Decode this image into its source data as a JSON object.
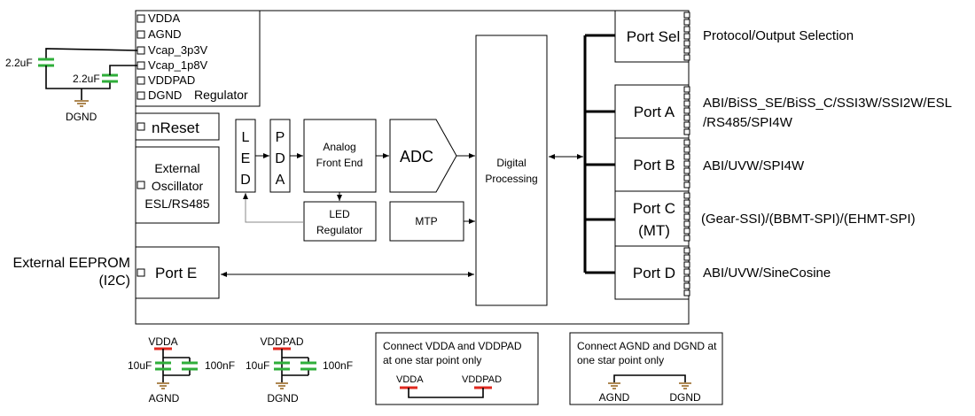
{
  "regulator": {
    "pins": [
      "VDDA",
      "AGND",
      "Vcap_3p3V",
      "Vcap_1p8V",
      "VDDPAD",
      "DGND"
    ],
    "label": "Regulator"
  },
  "ext_caps": {
    "cap1": "2.2uF",
    "cap2": "2.2uF",
    "ground": "DGND"
  },
  "nreset": "nReset",
  "oscillator": {
    "line1": "External",
    "line2": "Oscillator",
    "line3": "ESL/RS485"
  },
  "led": [
    "L",
    "E",
    "D"
  ],
  "pda": [
    "P",
    "D",
    "A"
  ],
  "afe": {
    "line1": "Analog",
    "line2": "Front End"
  },
  "adc": "ADC",
  "led_regulator": {
    "line1": "LED",
    "line2": "Regulator"
  },
  "mtp": "MTP",
  "digital": {
    "line1": "Digital",
    "line2": "Processing"
  },
  "port_e": "Port E",
  "eeprom": {
    "line1": "External EEPROM",
    "line2": "(I2C)"
  },
  "ports": {
    "sel": {
      "label": "Port Sel",
      "desc": "Protocol/Output Selection"
    },
    "a": {
      "label": "Port A",
      "desc1": "ABI/BiSS_SE/BiSS_C/SSI3W/SSI2W/ESL",
      "desc2": "/RS485/SPI4W"
    },
    "b": {
      "label": "Port B",
      "desc": "ABI/UVW/SPI4W"
    },
    "c": {
      "line1": "Port C",
      "line2": "(MT)",
      "desc": "(Gear-SSI)/(BBMT-SPI)/(EHMT-SPI)"
    },
    "d": {
      "label": "Port D",
      "desc": "ABI/UVW/SineCosine"
    }
  },
  "bottom": {
    "vdda_caps": {
      "top": "VDDA",
      "left": "10uF",
      "right": "100nF",
      "bottom": "AGND"
    },
    "vddpad_caps": {
      "top": "VDDPAD",
      "left": "10uF",
      "right": "100nF",
      "bottom": "DGND"
    },
    "note1": {
      "line1": "Connect VDDA and VDDPAD",
      "line2": "at one star point only",
      "left": "VDDA",
      "right": "VDDPAD"
    },
    "note2": {
      "line1": "Connect AGND and DGND at",
      "line2": "one star point only",
      "left": "AGND",
      "right": "DGND"
    }
  }
}
